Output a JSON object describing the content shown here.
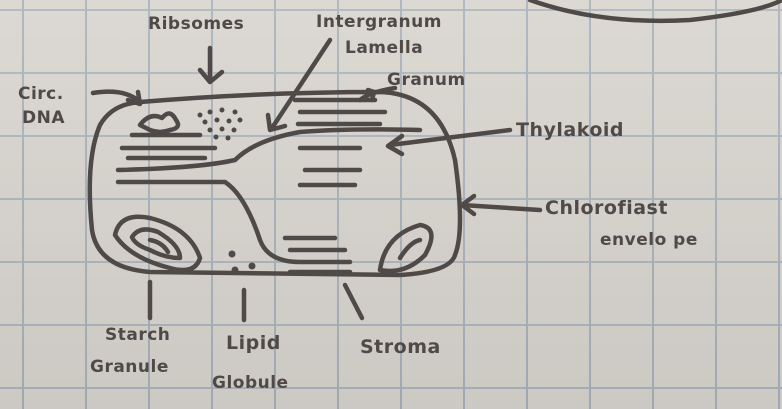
{
  "labels": {
    "ribosomes": "Ribsomes",
    "intergranum_1": "Intergranum",
    "intergranum_2": "Lamella",
    "granum": "Granum",
    "circ_dna_1": "Circ.",
    "circ_dna_2": "DNA",
    "thylakoid": "Thylakoid",
    "envelope_1": "Chlorofiast",
    "envelope_2": "envelo pe",
    "starch_1": "Starch",
    "starch_2": "Granule",
    "lipid_1": "Lipid",
    "lipid_2": "Globule",
    "stroma": "Stroma"
  },
  "colors": {
    "ink": "#4f4a47",
    "paper": "#d9d5cf",
    "grid": "#a9b3bd"
  }
}
